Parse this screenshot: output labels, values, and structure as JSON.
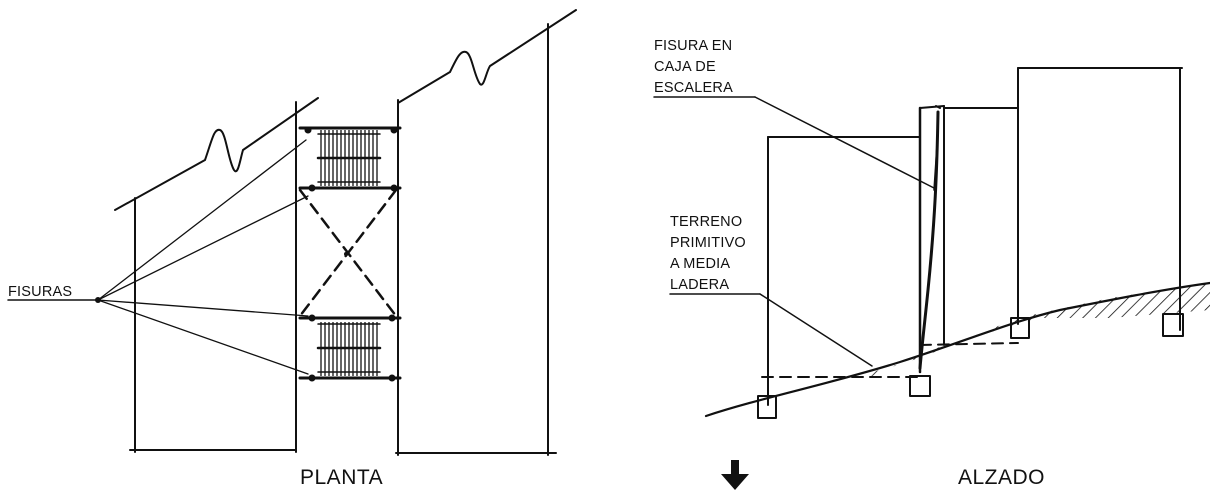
{
  "plan": {
    "title": "PLANTA",
    "callout_cracks": "FISURAS"
  },
  "elevation": {
    "title": "ALZADO",
    "callout_stair_crack": [
      "FISURA EN",
      "CAJA DE",
      "ESCALERA"
    ],
    "callout_terrain": [
      "TERRENO",
      "PRIMITIVO",
      "A MEDIA",
      "LADERA"
    ]
  },
  "icons": {
    "direction_arrow": "down-arrow-icon"
  }
}
